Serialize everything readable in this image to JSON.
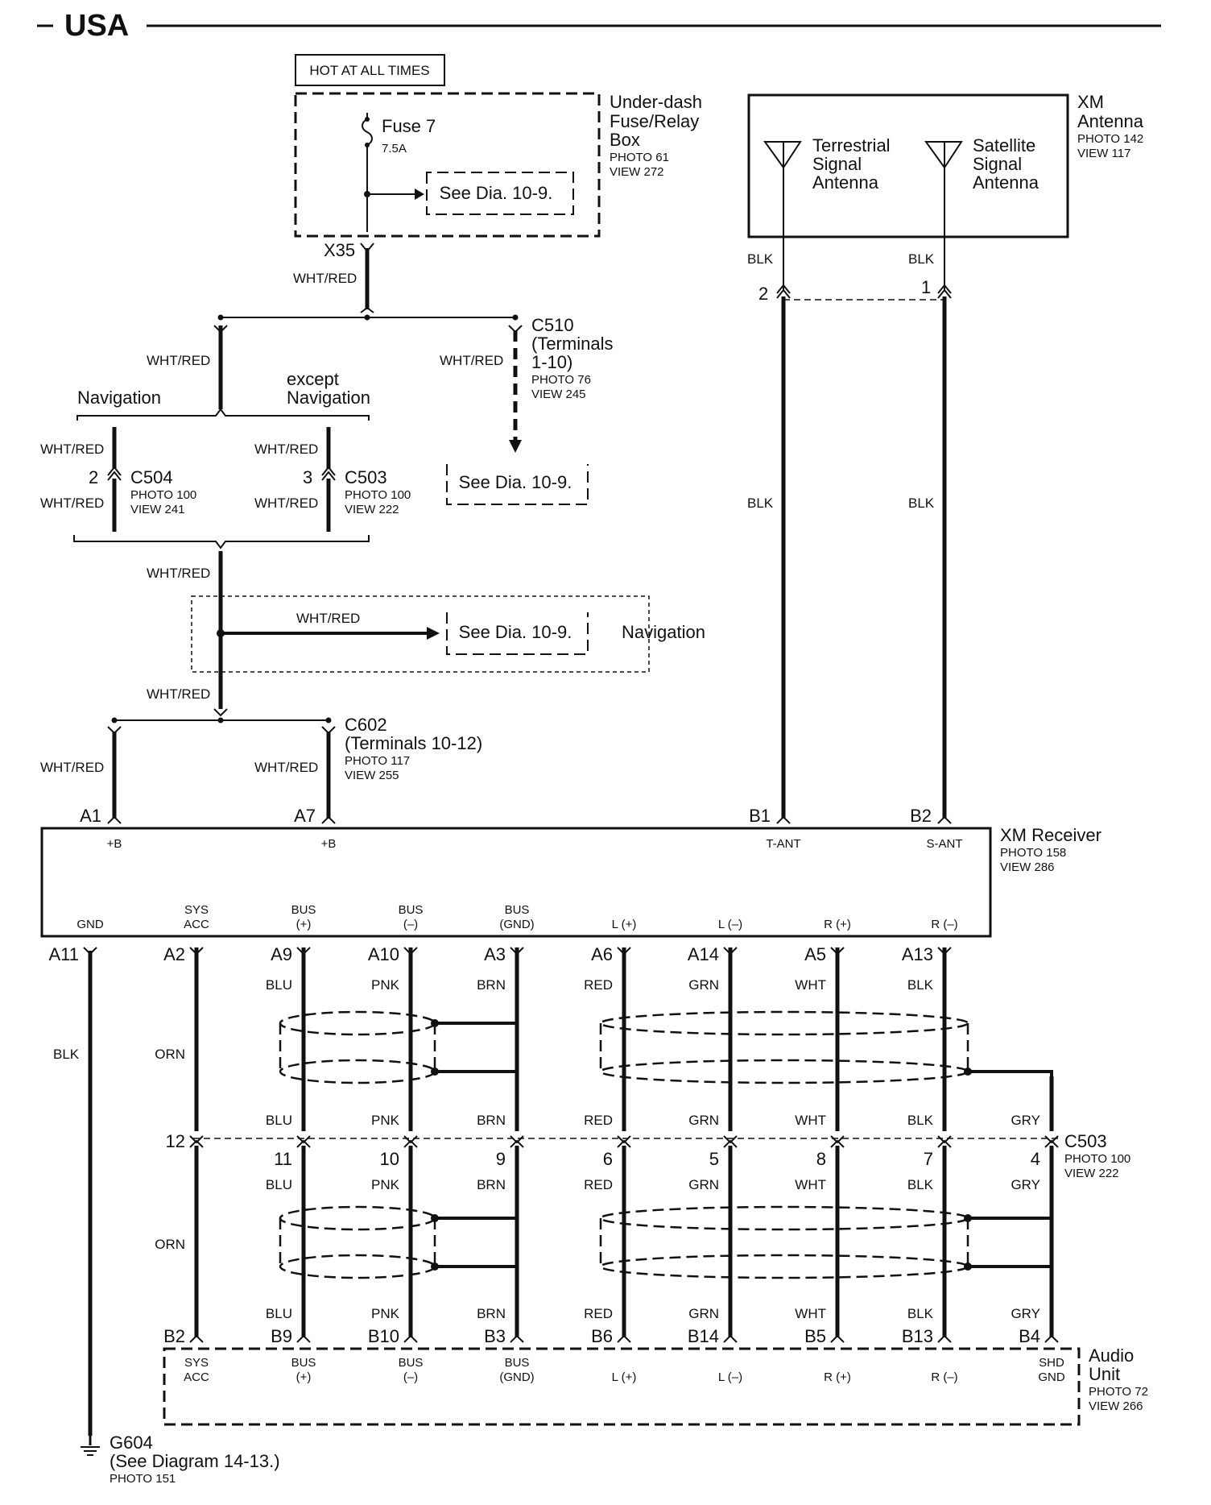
{
  "header": {
    "region": "USA"
  },
  "fuse_box": {
    "hot_label": "HOT AT ALL TIMES",
    "name": [
      "Under-dash",
      "Fuse/Relay",
      "Box"
    ],
    "photo": "PHOTO 61",
    "view": "VIEW 272",
    "fuse": "Fuse 7",
    "rating": "7.5A",
    "see": "See Dia. 10-9.",
    "terminal": "X35"
  },
  "wire": {
    "whtred": "WHT/RED",
    "blk": "BLK"
  },
  "c510": {
    "name": "C510",
    "lines": [
      "(Terminals",
      "1-10)"
    ],
    "photo": "PHOTO 76",
    "view": "VIEW 245",
    "see": "See Dia. 10-9."
  },
  "nav": {
    "navigation": "Navigation",
    "except": "except",
    "except2": "Navigation"
  },
  "c504": {
    "pin": "2",
    "name": "C504",
    "photo": "PHOTO 100",
    "view": "VIEW 241"
  },
  "c503a": {
    "pin": "3",
    "name": "C503",
    "photo": "PHOTO 100",
    "view": "VIEW 222"
  },
  "nav_box": {
    "see": "See Dia. 10-9.",
    "label": "Navigation"
  },
  "c602": {
    "name": "C602",
    "lines": [
      "(Terminals 10-12)"
    ],
    "photo": "PHOTO 117",
    "view": "VIEW 255"
  },
  "xm_antenna": {
    "name": [
      "XM",
      "Antenna"
    ],
    "photo": "PHOTO 142",
    "view": "VIEW 117",
    "terrestrial": [
      "Terrestrial",
      "Signal",
      "Antenna"
    ],
    "satellite": [
      "Satellite",
      "Signal",
      "Antenna"
    ],
    "pin_t": "2",
    "pin_s": "1"
  },
  "xm_receiver": {
    "name": "XM Receiver",
    "photo": "PHOTO 158",
    "view": "VIEW 286",
    "top_pins": [
      {
        "pin": "A1",
        "label": "+B"
      },
      {
        "pin": "A7",
        "label": "+B"
      },
      {
        "pin": "B1",
        "label": "T-ANT"
      },
      {
        "pin": "B2",
        "label": "S-ANT"
      }
    ],
    "bottom_pins": [
      {
        "pin": "A11",
        "l1": "",
        "l2": "GND"
      },
      {
        "pin": "A2",
        "l1": "SYS",
        "l2": "ACC"
      },
      {
        "pin": "A9",
        "l1": "BUS",
        "l2": "(+)"
      },
      {
        "pin": "A10",
        "l1": "BUS",
        "l2": "(–)"
      },
      {
        "pin": "A3",
        "l1": "BUS",
        "l2": "(GND)"
      },
      {
        "pin": "A6",
        "l1": "",
        "l2": "L (+)"
      },
      {
        "pin": "A14",
        "l1": "",
        "l2": "L (–)"
      },
      {
        "pin": "A5",
        "l1": "",
        "l2": "R (+)"
      },
      {
        "pin": "A13",
        "l1": "",
        "l2": "R (–)"
      }
    ]
  },
  "wires_bottom": [
    {
      "color": "BLK"
    },
    {
      "color": "ORN",
      "c503": "12"
    },
    {
      "color": "BLU",
      "c503": "11"
    },
    {
      "color": "PNK",
      "c503": "10"
    },
    {
      "color": "BRN",
      "c503": "9"
    },
    {
      "color": "RED",
      "c503": "6"
    },
    {
      "color": "GRN",
      "c503": "5"
    },
    {
      "color": "WHT",
      "c503": "8"
    },
    {
      "color": "BLK",
      "c503": "7"
    },
    {
      "color": "GRY",
      "c503": "4"
    }
  ],
  "c503b": {
    "name": "C503",
    "photo": "PHOTO 100",
    "view": "VIEW 222"
  },
  "audio_unit": {
    "name": [
      "Audio",
      "Unit"
    ],
    "photo": "PHOTO 72",
    "view": "VIEW 266",
    "pins": [
      {
        "pin": "B2",
        "l1": "SYS",
        "l2": "ACC"
      },
      {
        "pin": "B9",
        "l1": "BUS",
        "l2": "(+)"
      },
      {
        "pin": "B10",
        "l1": "BUS",
        "l2": "(–)"
      },
      {
        "pin": "B3",
        "l1": "BUS",
        "l2": "(GND)"
      },
      {
        "pin": "B6",
        "l1": "",
        "l2": "L (+)"
      },
      {
        "pin": "B14",
        "l1": "",
        "l2": "L (–)"
      },
      {
        "pin": "B5",
        "l1": "",
        "l2": "R (+)"
      },
      {
        "pin": "B13",
        "l1": "",
        "l2": "R (–)"
      },
      {
        "pin": "B4",
        "l1": "SHD",
        "l2": "GND"
      }
    ]
  },
  "ground": {
    "name": "G604",
    "see": "(See Diagram 14-13.)",
    "photo": "PHOTO 151"
  }
}
